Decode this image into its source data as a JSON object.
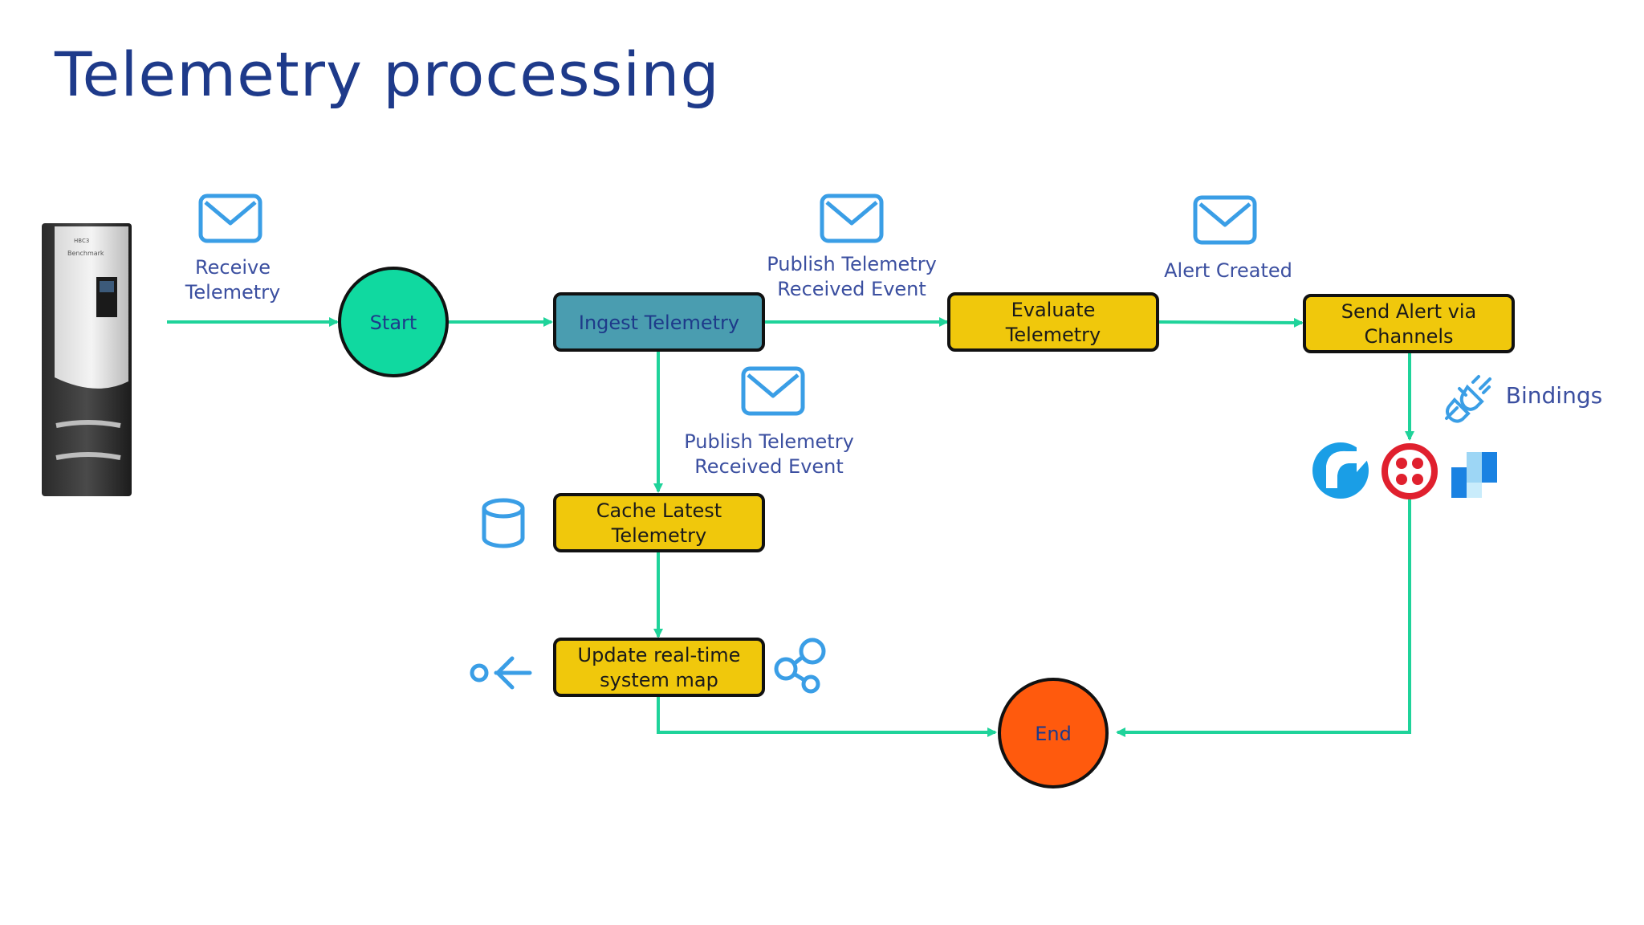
{
  "title": "Telemetry processing",
  "device": {
    "brand_line1": "HBC3",
    "brand_line2": "Benchmark"
  },
  "nodes": {
    "start": "Start",
    "ingest": "Ingest Telemetry",
    "evaluate": [
      "Evaluate",
      "Telemetry"
    ],
    "send_alert": [
      "Send Alert via",
      "Channels"
    ],
    "cache": [
      "Cache Latest",
      "Telemetry"
    ],
    "update_map": [
      "Update real-time",
      "system map"
    ],
    "end": "End"
  },
  "edge_labels": {
    "receive": [
      "Receive",
      "Telemetry"
    ],
    "publish_top": [
      "Publish Telemetry",
      "Received Event"
    ],
    "alert_created": "Alert Created",
    "publish_mid": [
      "Publish Telemetry",
      "Received Event"
    ],
    "bindings": "Bindings"
  },
  "icons": [
    "envelope-icon",
    "database-icon",
    "share-icon",
    "output-arrow-icon",
    "plug-icon",
    "redirect-logo-icon",
    "twilio-logo-icon",
    "sendgrid-logo-icon"
  ],
  "colors": {
    "title": "#1e3a8a",
    "flow": "#1fd39a",
    "start": "#10d9a0",
    "ingest": "#4a9db0",
    "task": "#f0c80c",
    "end": "#ff5a0d",
    "icon": "#3a9ee6"
  }
}
